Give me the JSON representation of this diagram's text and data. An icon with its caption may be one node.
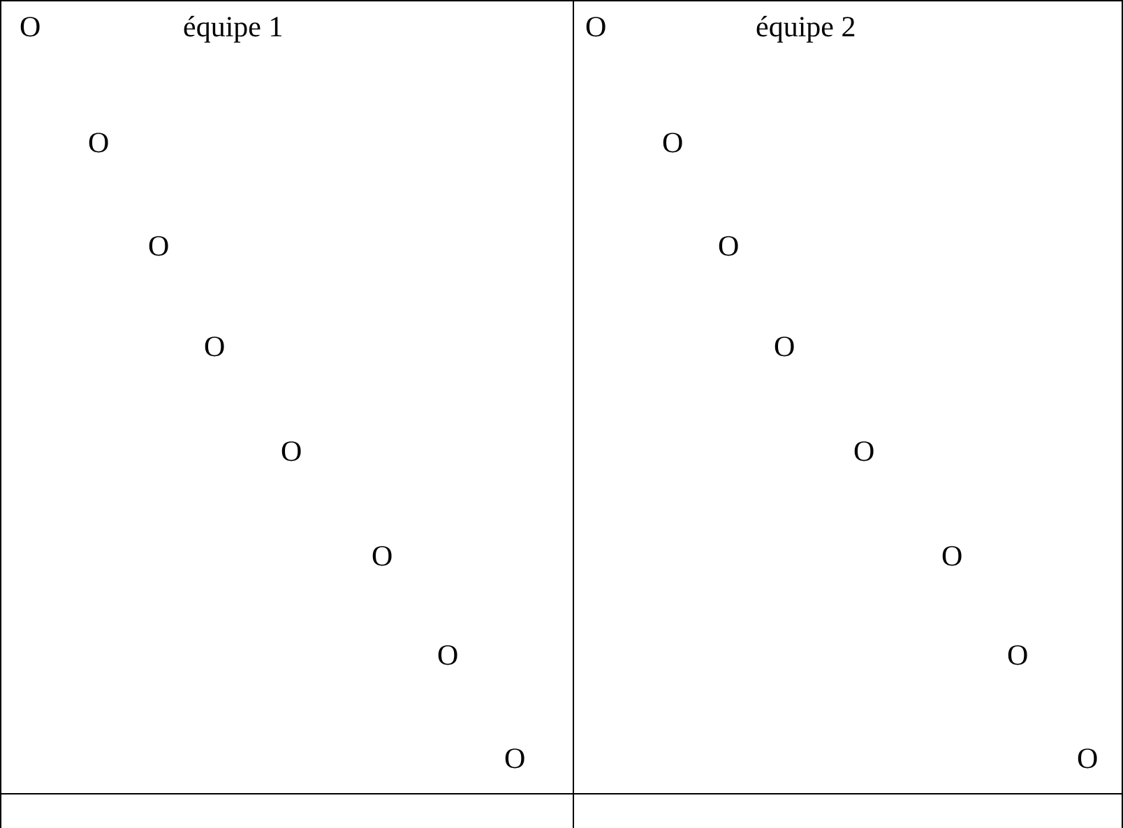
{
  "diagram": {
    "nodes": [
      {
        "text": [
          "équipe 1"
        ]
      },
      {
        "text": [
          "équipe 2"
        ]
      }
    ],
    "labels": [
      "O",
      "O",
      "O",
      "O",
      "O",
      "O",
      "O",
      "O",
      "O",
      "O",
      "O",
      "O",
      "O",
      "O",
      "O",
      "O"
    ]
  }
}
